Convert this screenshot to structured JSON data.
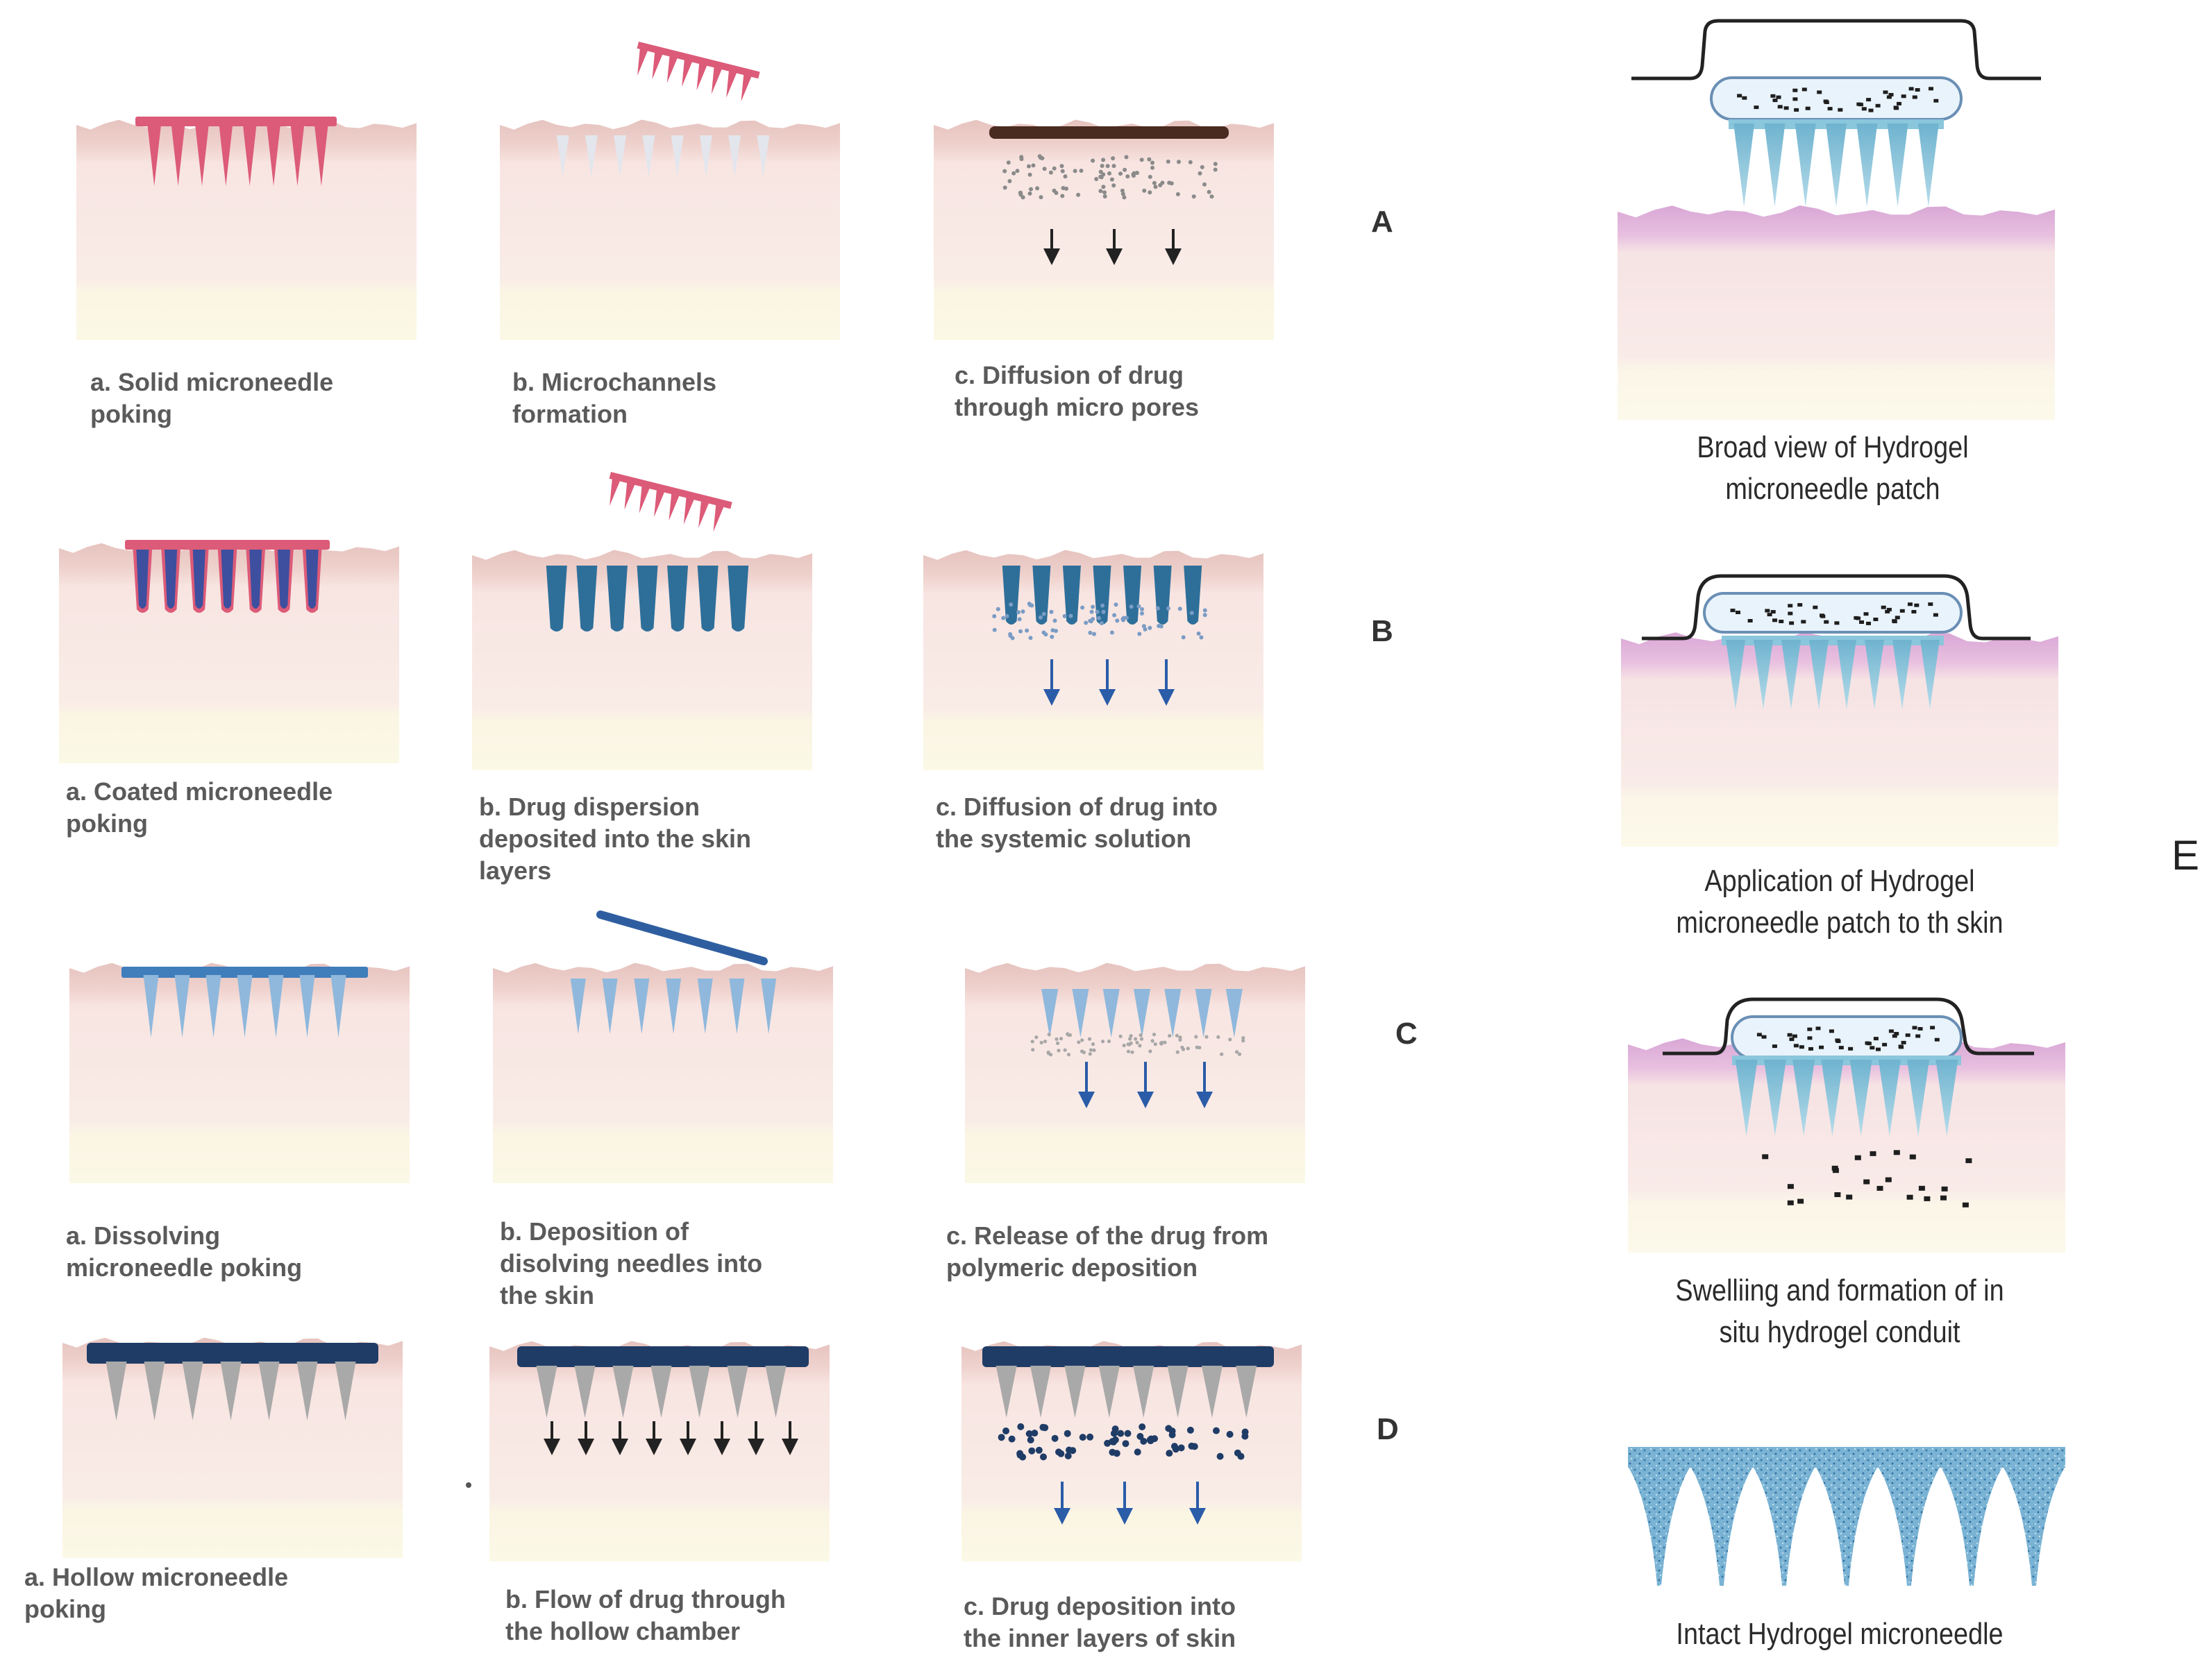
{
  "rows": [
    {
      "letter": "A",
      "captions": [
        "a. Solid microneedle\npoking",
        "b. Microchannels\nformation",
        "c. Diffusion of drug\nthrough micro pores"
      ]
    },
    {
      "letter": "B",
      "captions": [
        "a. Coated microneedle\npoking",
        "b. Drug dispersion\ndeposited into the skin\nlayers",
        "c. Diffusion of drug into\nthe systemic solution"
      ]
    },
    {
      "letter": "C",
      "captions": [
        "a. Dissolving\nmicroneedle poking",
        "b. Deposition of\ndisolving needles into\nthe skin",
        "c. Release of the drug from\npolymeric deposition"
      ]
    },
    {
      "letter": "D",
      "captions": [
        "a. Hollow microneedle\npoking",
        "b. Flow of drug through\nthe hollow chamber",
        "c. Drug deposition into\nthe inner layers of skin"
      ]
    }
  ],
  "panelE": {
    "letter": "E",
    "captions": [
      "Broad view of Hydrogel\nmicroneedle patch",
      "Application of Hydrogel\nmicroneedle patch to th skin",
      "Swelliing and formation of in\nsitu hydrogel conduit",
      "Intact Hydrogel microneedle"
    ]
  },
  "colors": {
    "skin_top": "#e7c4c0",
    "skin_mid": "#f8e6e3",
    "skin_low": "#faf3ea",
    "skin_fat": "#fbf8e4",
    "pink_needle": "#dc5b78",
    "coated_blue": "#2e6f9a",
    "dissolving_blue": "#8fb8dc",
    "hollow_gray": "#a9a9a9",
    "dark_navy": "#1f3c66",
    "arrow_blue": "#2a5ca8",
    "hydrogel_teal": "#8ac6dc",
    "epidermis_pink": "#dfb4dc"
  }
}
